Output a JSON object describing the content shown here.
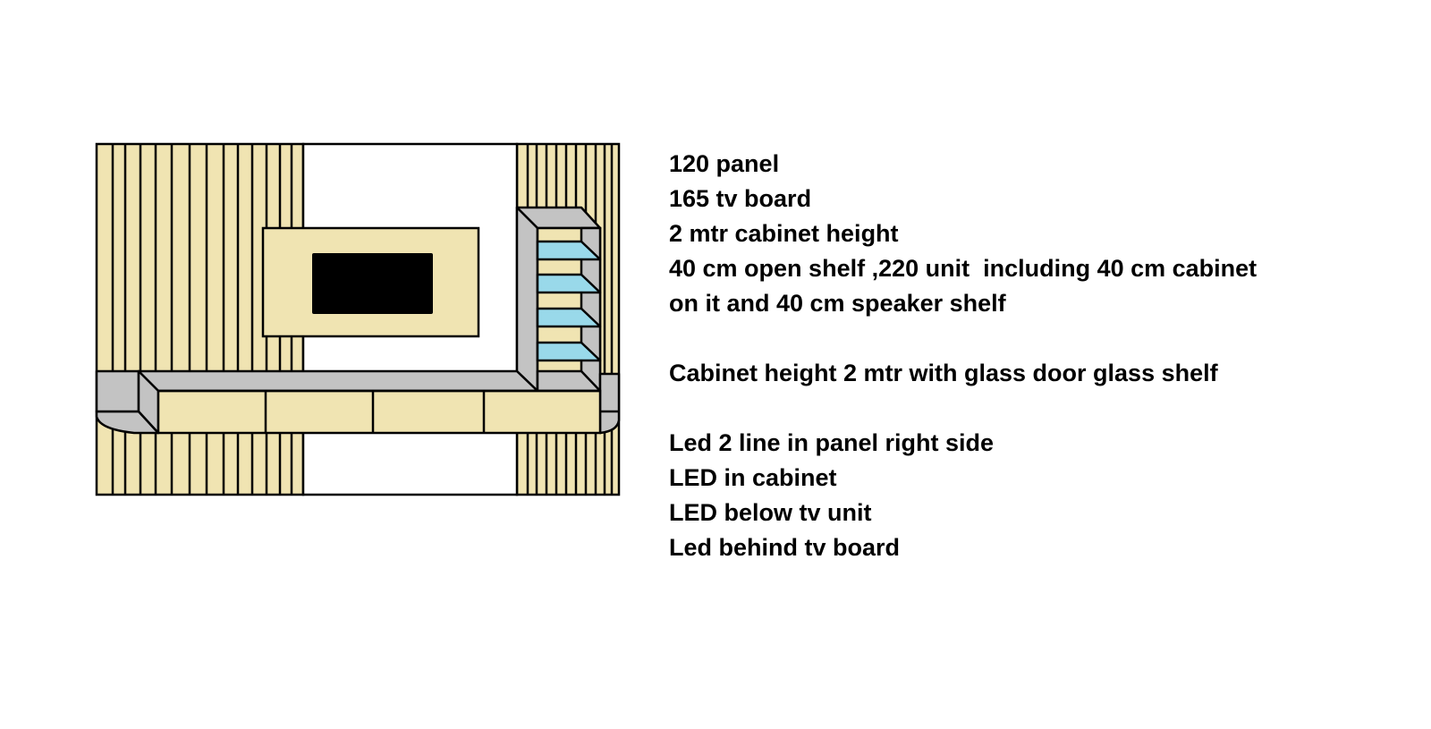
{
  "notes": [
    "120 panel",
    "165 tv board",
    "2 mtr cabinet height",
    "40 cm open shelf ,220 unit  including 40 cm cabinet",
    "on it and 40 cm speaker shelf",
    "",
    "Cabinet height 2 mtr with glass door glass shelf",
    "",
    "Led 2 line in panel right side",
    "LED in cabinet",
    "LED below tv unit",
    "Led behind tv board"
  ],
  "colors": {
    "wood": "#f0e4b2",
    "grey": "#c3c3c3",
    "glass": "#99d9ea",
    "screen": "#000000"
  }
}
